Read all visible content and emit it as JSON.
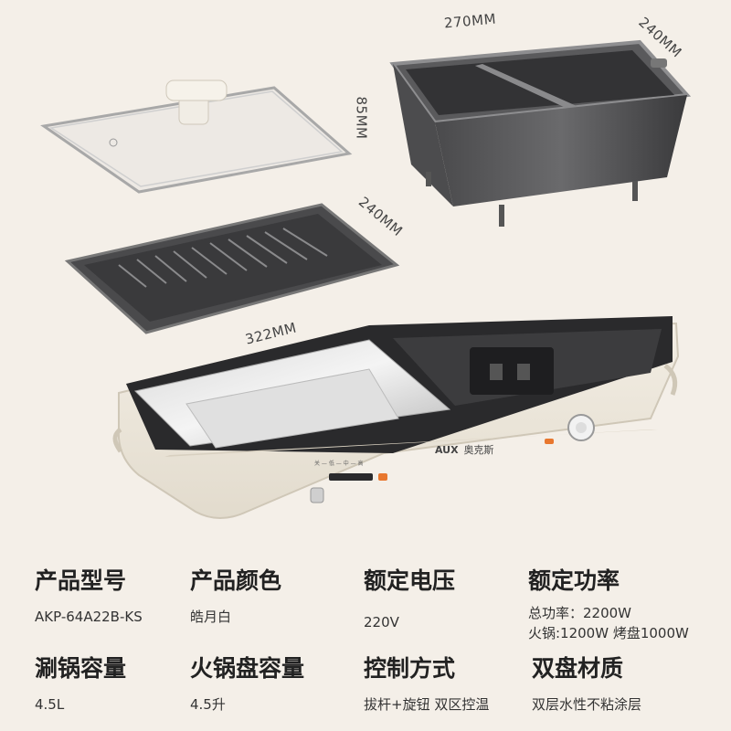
{
  "brand": {
    "logo_text": "AUX",
    "logo_cn": "奥克斯"
  },
  "dimensions": {
    "hotpot_width": "270MM",
    "hotpot_depth": "240MM",
    "hotpot_height": "85MM",
    "grill_depth": "240MM",
    "grill_width": "322MM"
  },
  "knob_panel": {
    "labels": [
      "关",
      "低",
      "中",
      "高"
    ]
  },
  "specs": [
    {
      "label": "产品型号",
      "values": [
        "AKP-64A22B-KS"
      ]
    },
    {
      "label": "产品颜色",
      "values": [
        "皓月白"
      ]
    },
    {
      "label": "额定电压",
      "values": [
        "220V"
      ]
    },
    {
      "label": "额定功率",
      "values": [
        "总功率：2200W",
        "火锅:1200W 烤盘1000W"
      ]
    },
    {
      "label": "涮锅容量",
      "values": [
        "4.5L"
      ]
    },
    {
      "label": "火锅盘容量",
      "values": [
        "4.5升"
      ]
    },
    {
      "label": "控制方式",
      "values": [
        "拔杆+旋钮 双区控温"
      ]
    },
    {
      "label": "双盘材质",
      "values": [
        "双层水性不粘涂层"
      ]
    }
  ],
  "colors": {
    "background": "#f4efe8",
    "body_white": "#ece6da",
    "pan_dark": "#3e3e40",
    "indicator_orange": "#e8772e"
  }
}
